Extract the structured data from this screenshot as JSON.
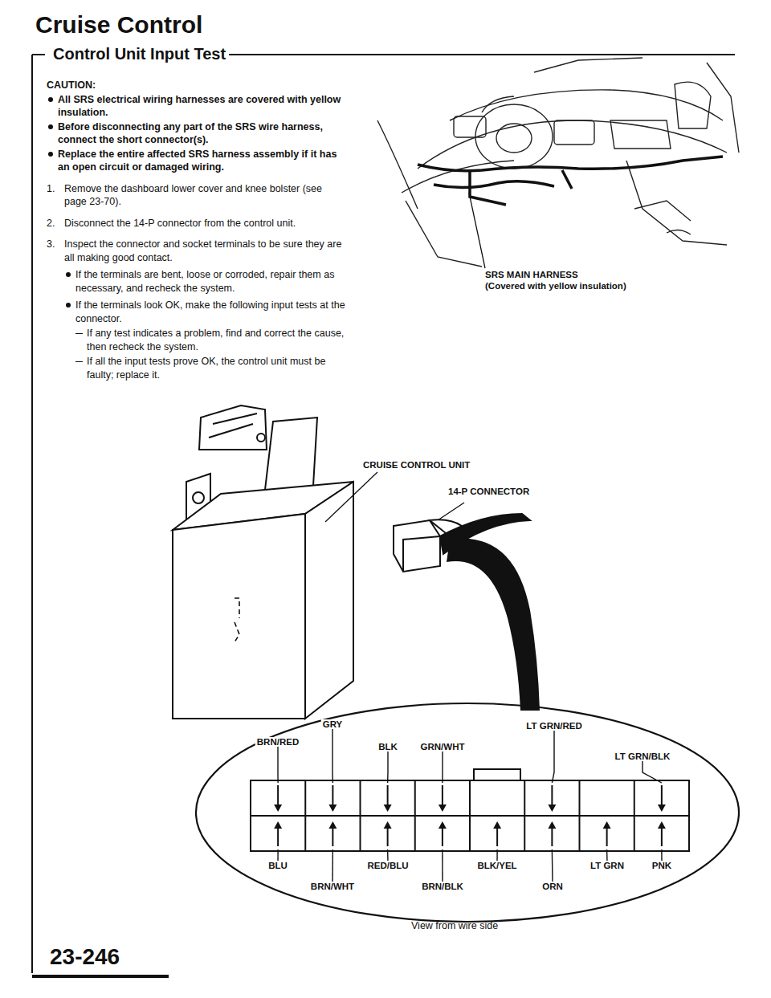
{
  "diagram": {
    "title": "Cruise Control",
    "labels": [
      "Control Unit Input Test",
      "CAUTION:",
      "All SRS electrical wiring harnesses are covered with yellow insulation.",
      "Before disconnecting any part of the SRS wire harness, connect the short connector(s).",
      "Replace the entire affected SRS harness assembly if it has an open circuit or damaged wiring.",
      "1.",
      "Remove the dashboard lower cover and knee bolster (see page 23-70).",
      "2.",
      "Disconnect the 14-P connector from the control unit.",
      "3.",
      "Inspect the connector and socket terminals to be sure they are all making good contact.",
      "If the terminals are bent, loose or corroded, repair them as necessary, and recheck the system.",
      "If the terminals look OK, make the following input tests at the connector.",
      "If any test indicates a problem, find and correct the cause, then recheck the system.",
      "If all the input tests prove OK, the control unit must be faulty; replace it.",
      "SRS MAIN HARNESS",
      "(Covered with yellow insulation)",
      "CRUISE CONTROL UNIT",
      "14-P CONNECTOR",
      "GRY",
      "LT GRN/RED",
      "BRN/RED",
      "BLK",
      "GRN/WHT",
      "LT GRN/BLK",
      "BLU",
      "RED/BLU",
      "BLK/YEL",
      "LT GRN",
      "PNK",
      "BRN/WHT",
      "BRN/BLK",
      "ORN",
      "View from wire side",
      "23-246"
    ]
  }
}
